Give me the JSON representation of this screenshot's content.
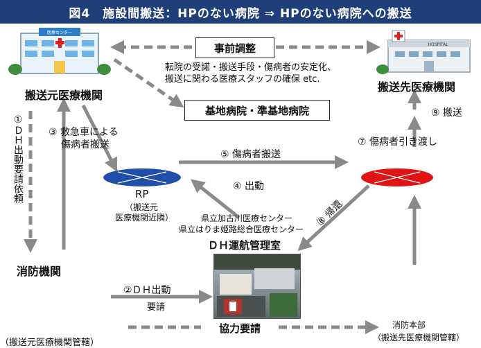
{
  "title": "図4　施設間搬送：HPのない病院 ⇒ HPのない病院への搬送",
  "hospital_sign": "医療センター",
  "hospital2_sign": "HOSPITAL",
  "nodes": {
    "origin": "搬送元医療機関",
    "destination": "搬送先医療機関",
    "fire_dept": "消防機関",
    "fire_dept_note": "（搬送元医療機関管轄）",
    "fire_hq": "消防本部",
    "fire_hq_note": "（搬送先医療機関管轄）",
    "dh_office": "ＤＨ運航管理室",
    "centers": [
      "県立加古川医療センター",
      "県立はりま姫路総合医療センター"
    ],
    "rp": "RP",
    "rp_note": [
      "（搬送元",
      "医療機関近隣）"
    ]
  },
  "boxes": {
    "prior": "事前調整",
    "base": "基地病院・準基地病院",
    "cooperation": "協力要請"
  },
  "prior_note": [
    "転院の受諾・搬送手段・傷病者の安定化、",
    "搬送に関わる医療スタッフの確保 etc."
  ],
  "steps": {
    "s1": "①ＤＨ出動要請依頼",
    "s2": "②ＤＨ出動",
    "s2b": "要請",
    "s3a": "③ 救急車による",
    "s3b": "傷病者搬送",
    "s4": "④ 出動",
    "s5": "⑤ 傷病者搬送",
    "s7": "⑦ 傷病者引き渡し",
    "s8": "⑧ 帰還",
    "s9": "⑨ 搬送"
  },
  "colors": {
    "title_bg": "#1f3f7a",
    "arrow": "#8a8a8a",
    "heliport_origin": "#1f4fa8",
    "heliport_dest": "#e01414"
  }
}
